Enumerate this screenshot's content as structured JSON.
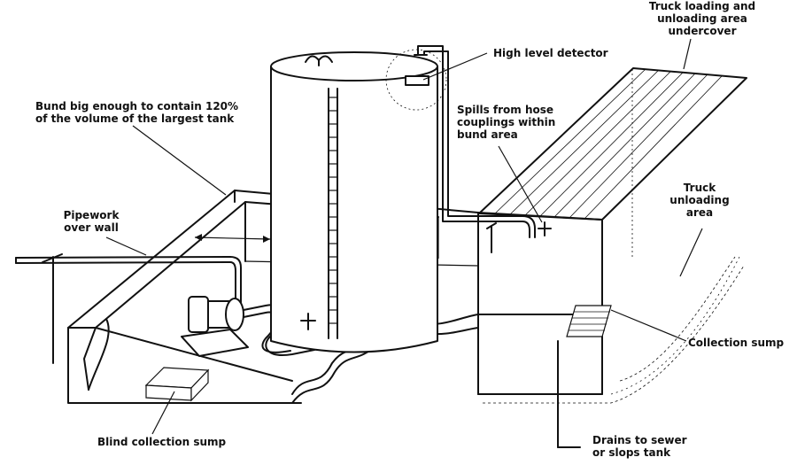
{
  "labels": {
    "truck_loading_cover": [
      "Truck loading and",
      "unloading area",
      "undercover"
    ],
    "high_level_detector": "High level detector",
    "bund": [
      "Bund big enough to contain 120%",
      "of the volume of the largest tank"
    ],
    "spills": [
      "Spills from hose",
      "couplings within",
      "bund area"
    ],
    "truck_unloading_area": [
      "Truck",
      "unloading",
      "area"
    ],
    "pipework": [
      "Pipework",
      "over wall"
    ],
    "collection_sump": "Collection sump",
    "blind_collection_sump": "Blind collection sump",
    "drains": [
      "Drains to sewer",
      "or slops tank"
    ]
  }
}
